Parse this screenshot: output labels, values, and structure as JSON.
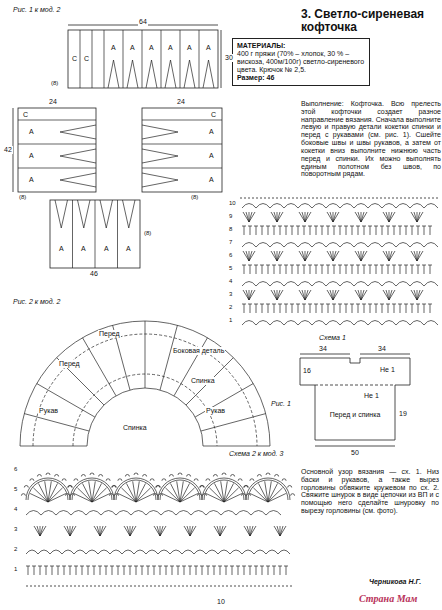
{
  "diagram": {
    "title": "3. Светло-сиреневая кофточка",
    "nodes": [
      {
        "text": [
          "МАТЕРИАЛЫ:",
          "400 г пряжи (70% – хлопок, 30 % – вискоза, 400м/100г) светло-сиреневого цвета. Крючок № 2,5.",
          "Размер: 46"
        ]
      },
      {
        "text": [
          "Перед и спинка"
        ]
      }
    ],
    "labels": [
      "Рис. 1 к мод. 2",
      "64",
      "30",
      "С",
      "С",
      "А",
      "А",
      "А",
      "А",
      "А",
      "А",
      "24",
      "42",
      "С",
      "А",
      "А",
      "А",
      "24",
      "С",
      "А",
      "А",
      "А",
      "А",
      "А",
      "А",
      "А",
      "46",
      "(8)",
      "(8)",
      "(8)",
      "(8)",
      "Рис. 2 к мод. 2",
      "Перед",
      "Боковая деталь",
      "Спинка",
      "Рукав",
      "Рукав",
      "Спинка",
      "Перед",
      "Схема 1",
      "10",
      "9",
      "8",
      "7",
      "6",
      "5",
      "4",
      "3",
      "2",
      "1",
      "Рис. 1",
      "34",
      "34",
      "16",
      "Не 1",
      "Не 1",
      "19",
      "50",
      "Схема 2 к мод. 3",
      "6",
      "5",
      "4",
      "3",
      "2",
      "1",
      "Выполнение: Кофточка. Всю прелесть этой кофточки создает разное направление вязания. Сначала выполните левую и правую детали кокетки спинки и перед с рукавами (см. рис. 1). Сшейте боковые швы и швы рукавов, а затем от кокетки вниз выполните нижнюю часть перед и спинки. Их можно выполнять единым полотном без швов, по поворотным рядам.",
      "Основной узор вязания — сх. 1. Низ баски и рукавов, а также вырез горловины обвяжите кружевом по сх. 2. Свяжите шнурок в виде цепочки из ВП и с помощью него сделайте шнуровку по вырезу горловины (см. фото).",
      "Черникова Н.Г.",
      "10",
      "Страна Мам"
    ]
  }
}
